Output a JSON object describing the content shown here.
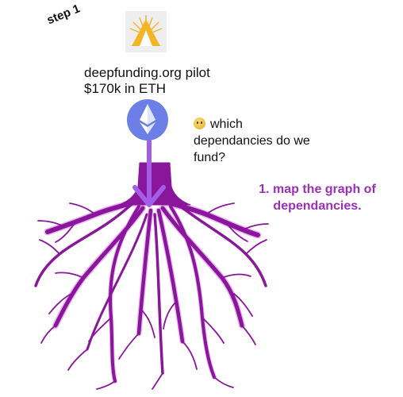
{
  "step_label": "step 1",
  "pilot": {
    "line1": "deepfunding.org pilot",
    "line2": "$170k in ETH"
  },
  "question": {
    "line1": "which",
    "line2": "dependancies do we",
    "line3": "fund?"
  },
  "callout": {
    "line1": "1. map the graph of",
    "line2": "dependancies."
  },
  "icons": [
    "deepfunding-logo-icon",
    "ethereum-icon",
    "thinking-emoji-icon",
    "down-arrow-icon",
    "root-tree"
  ],
  "colors": {
    "root_purple": "#8a169c",
    "root_glow": "#d27ae0",
    "arrow_purple": "#a35ee8",
    "eth_circle": "#6b7fe6",
    "callout_text": "#9b30b8",
    "logo_gold": "#f0b42a"
  }
}
